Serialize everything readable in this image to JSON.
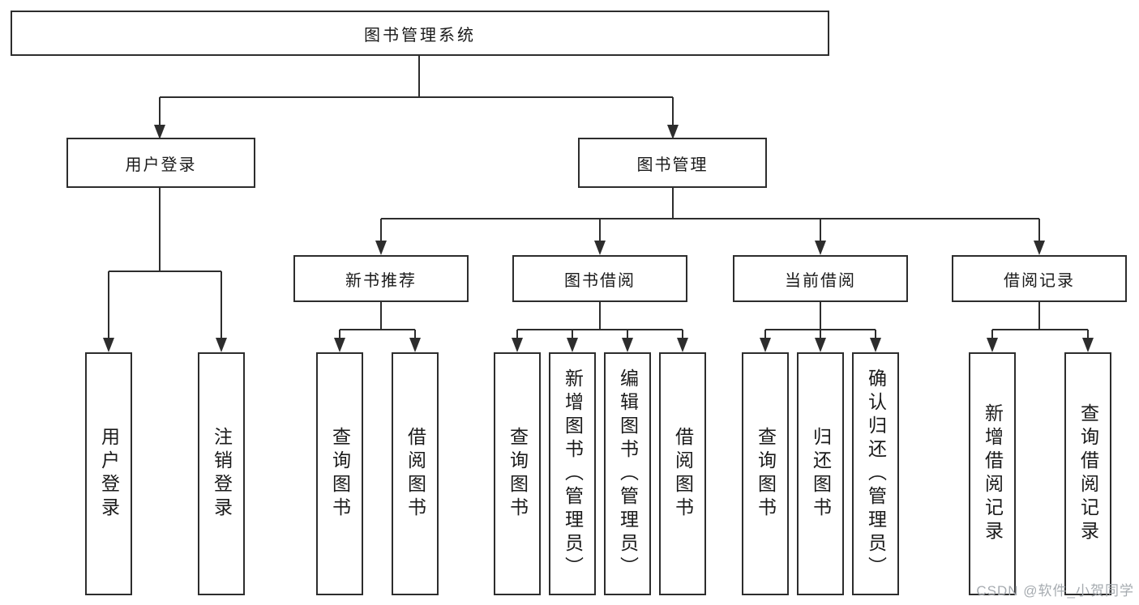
{
  "diagram_title": "图书管理系统",
  "nodes": {
    "root": "图书管理系统",
    "user_login": "用户登录",
    "book_mgmt": "图书管理",
    "new_book_rec": "新书推荐",
    "book_borrow": "图书借阅",
    "current_borrow": "当前借阅",
    "borrow_records": "借阅记录",
    "leaf_user_login": "用户登录",
    "leaf_logout": "注销登录",
    "leaf_rec_query_book": "查询图书",
    "leaf_rec_borrow_book": "借阅图书",
    "leaf_bb_query_book": "查询图书",
    "leaf_bb_add_book": "新增图书（管理员）",
    "leaf_bb_edit_book": "编辑图书（管理员）",
    "leaf_bb_borrow_book": "借阅图书",
    "leaf_cb_query_book": "查询图书",
    "leaf_cb_return_book": "归还图书",
    "leaf_cb_confirm_return": "确认归还（管理员）",
    "leaf_br_add_record": "新增借阅记录",
    "leaf_br_query_record": "查询借阅记录"
  },
  "hierarchy": {
    "图书管理系统": {
      "用户登录": [
        "用户登录",
        "注销登录"
      ],
      "图书管理": {
        "新书推荐": [
          "查询图书",
          "借阅图书"
        ],
        "图书借阅": [
          "查询图书",
          "新增图书（管理员）",
          "编辑图书（管理员）",
          "借阅图书"
        ],
        "当前借阅": [
          "查询图书",
          "归还图书",
          "确认归还（管理员）"
        ],
        "借阅记录": [
          "新增借阅记录",
          "查询借阅记录"
        ]
      }
    }
  },
  "watermark": "CSDN @软件_小贺同学",
  "colors": {
    "line": "#2d2d2d",
    "box_border": "#2d2d2d",
    "text": "#1a1a1a",
    "watermark_text": "#a6abb0",
    "background": "#ffffff"
  }
}
